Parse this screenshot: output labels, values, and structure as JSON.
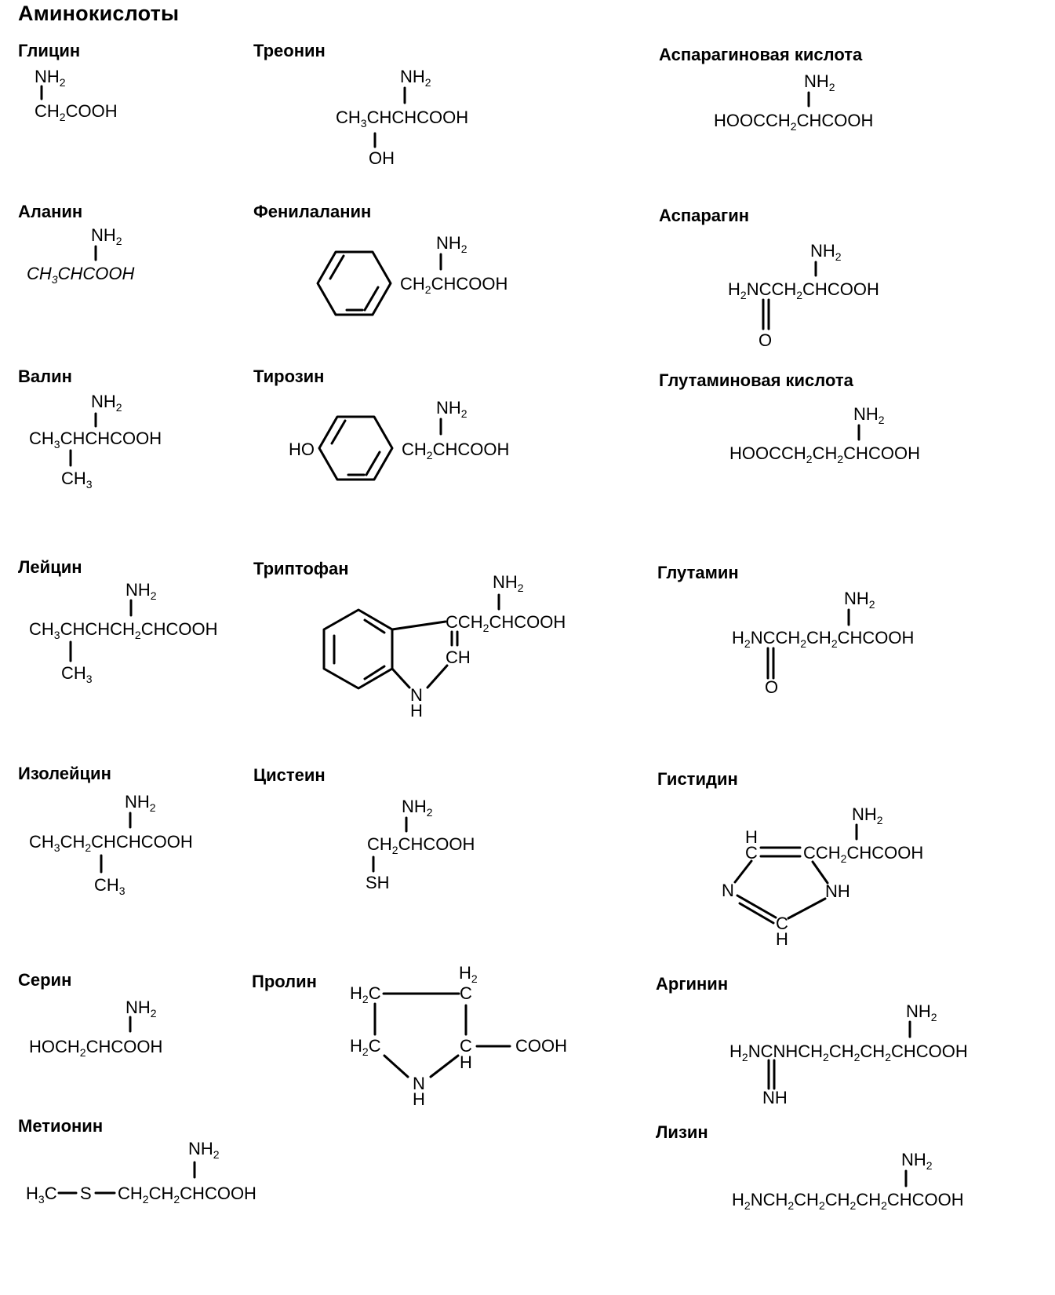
{
  "title": "Аминокислоты",
  "colors": {
    "ink": "#000000",
    "background": "#ffffff"
  },
  "names": {
    "glycine": "Глицин",
    "threonine": "Треонин",
    "aspartic": "Аспарагиновая кислота",
    "alanine": "Аланин",
    "phenylalanine": "Фенилаланин",
    "asparagine": "Аспарагин",
    "valine": "Валин",
    "tyrosine": "Тирозин",
    "glutamic": "Глутаминовая кислота",
    "leucine": "Лейцин",
    "tryptophan": "Триптофан",
    "glutamine": "Глутамин",
    "isoleucine": "Изолейцин",
    "cysteine": "Цистеин",
    "histidine": "Гистидин",
    "serine": "Серин",
    "proline": "Пролин",
    "arginine": "Аргинин",
    "methionine": "Метионин",
    "lysine": "Лизин"
  },
  "atoms": {
    "nh": "NH",
    "n": "N",
    "h": "H",
    "o": "O",
    "oh": "OH",
    "ho": "HO",
    "sh": "SH",
    "ch": "CH",
    "c": "C",
    "cooh": "COOH",
    "h2": "H",
    "two": "2",
    "three": "3"
  }
}
